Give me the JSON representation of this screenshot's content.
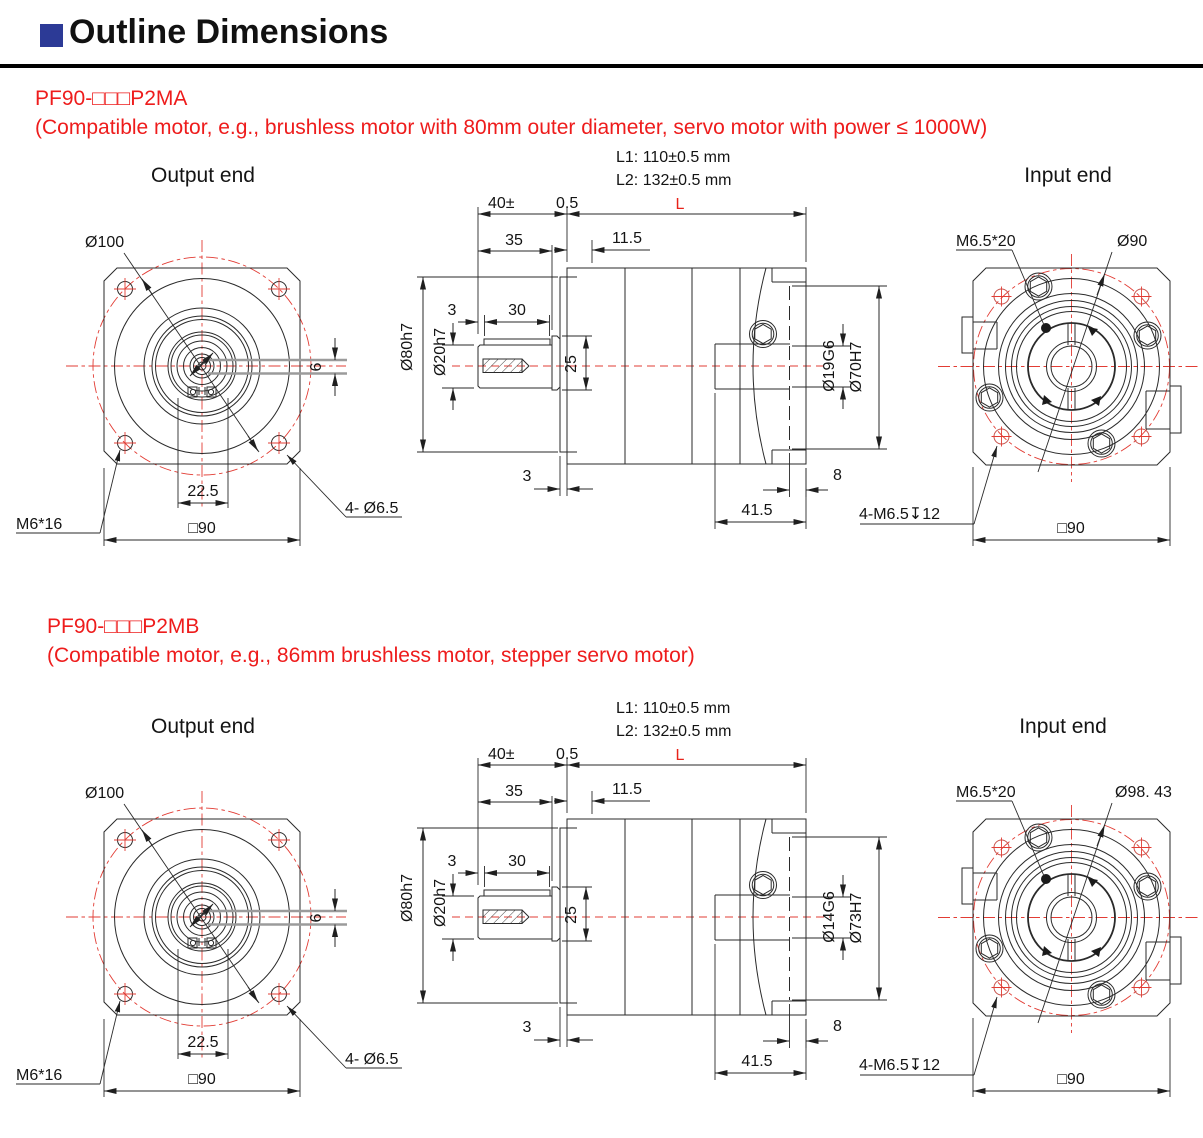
{
  "page": {
    "title": "Outline Dimensions",
    "accent_blue": "#2c3a96",
    "red": "#ee1c1c"
  },
  "sections": [
    {
      "model": "PF90-□□□P2MA",
      "description": "(Compatible motor, e.g., brushless motor with 80mm outer diameter, servo motor with power ≤ 1000W)",
      "notes": {
        "l1": "L1: 110±0.5 mm",
        "l2": "L2: 132±0.5 mm"
      },
      "output": {
        "title": "Output end",
        "bolt_circle": "Ø100",
        "tapped_holes": "M6*16",
        "key_width": "22.5",
        "flange_square": "□90",
        "through_holes": "4- Ø6.5",
        "key_height": "6"
      },
      "side": {
        "shaft_len": "40±",
        "shaft_tol": "0.5",
        "body_len": "L",
        "d35": "35",
        "d115": "11.5",
        "d3": "3",
        "d30": "30",
        "flange_dia": "Ø80h7",
        "shaft_dia": "Ø20h7",
        "d25": "25",
        "bore_dia": "Ø19G6",
        "pilot_dia": "Ø70H7",
        "d3b": "3",
        "d8": "8",
        "d415": "41.5"
      },
      "input": {
        "title": "Input end",
        "screws": "M6.5*20",
        "bolt_circle": "Ø90",
        "holes": "4-M6.5↧12",
        "flange_square": "□90"
      }
    },
    {
      "model": "PF90-□□□P2MB",
      "description": "(Compatible motor, e.g., 86mm brushless motor, stepper servo motor)",
      "notes": {
        "l1": "L1: 110±0.5 mm",
        "l2": "L2: 132±0.5 mm"
      },
      "output": {
        "title": "Output end",
        "bolt_circle": "Ø100",
        "tapped_holes": "M6*16",
        "key_width": "22.5",
        "flange_square": "□90",
        "through_holes": "4- Ø6.5",
        "key_height": "6"
      },
      "side": {
        "shaft_len": "40±",
        "shaft_tol": "0.5",
        "body_len": "L",
        "d35": "35",
        "d115": "11.5",
        "d3": "3",
        "d30": "30",
        "flange_dia": "Ø80h7",
        "shaft_dia": "Ø20h7",
        "d25": "25",
        "bore_dia": "Ø14G6",
        "pilot_dia": "Ø73H7",
        "d3b": "3",
        "d8": "8",
        "d415": "41.5"
      },
      "input": {
        "title": "Input end",
        "screws": "M6.5*20",
        "bolt_circle": "Ø98. 43",
        "holes": "4-M6.5↧12",
        "flange_square": "□90"
      }
    }
  ]
}
